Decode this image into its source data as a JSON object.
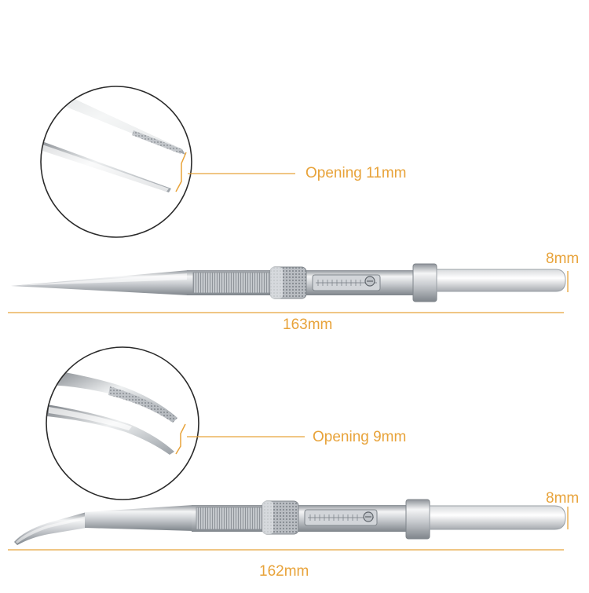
{
  "product": {
    "top": {
      "opening_label": "Opening 11mm",
      "width_label": "8mm",
      "length_label": "163mm"
    },
    "bottom": {
      "opening_label": "Opening 9mm",
      "width_label": "8mm",
      "length_label": "162mm"
    }
  },
  "colors": {
    "accent": "#e8a33a",
    "steel_light": "#f2f3f4",
    "steel_mid": "#c9ccd0",
    "steel_dark": "#8d9298",
    "circle_border": "#2a2a2a"
  }
}
